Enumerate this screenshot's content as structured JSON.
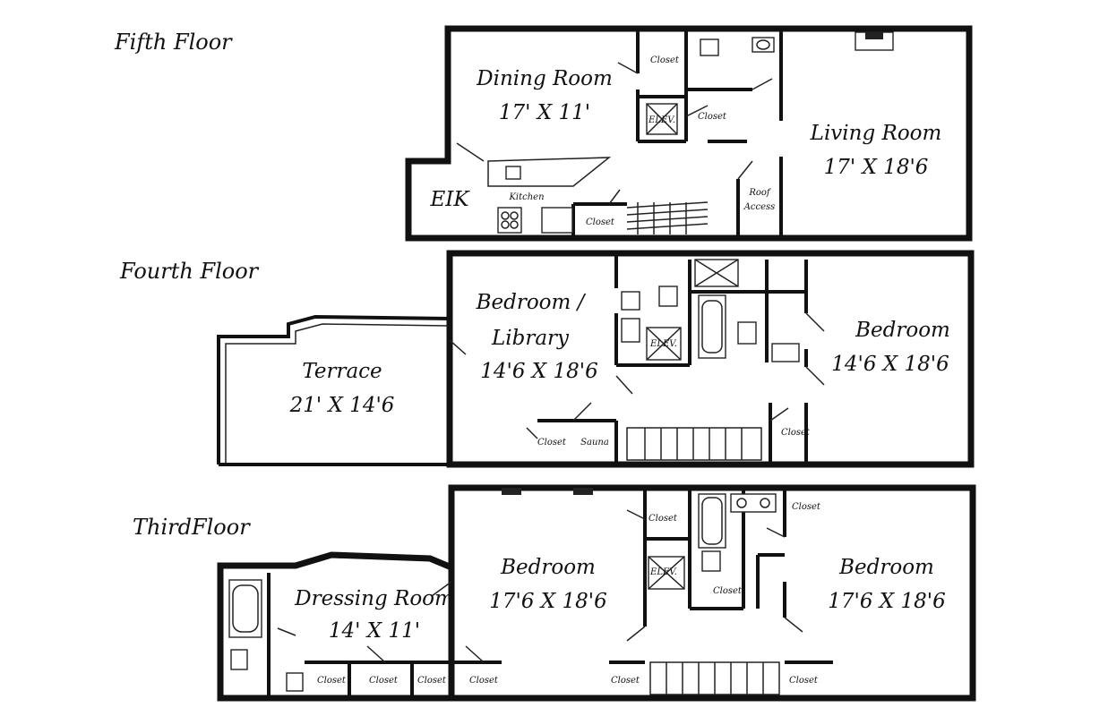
{
  "floors": {
    "fifth": {
      "label": "Fifth Floor",
      "rooms": {
        "dining": {
          "name": "Dining Room",
          "dims": "17' X 11'"
        },
        "living": {
          "name": "Living Room",
          "dims": "17' X 18'6"
        },
        "eik": {
          "name": "EIK"
        },
        "kitchen": {
          "name": "Kitchen"
        },
        "closet_a": {
          "name": "Closet"
        },
        "closet_b": {
          "name": "Closet"
        },
        "closet_c": {
          "name": "Closet"
        },
        "elev": {
          "name": "ELEV."
        },
        "roof1": {
          "name": "Roof"
        },
        "roof2": {
          "name": "Access"
        }
      }
    },
    "fourth": {
      "label": "Fourth Floor",
      "rooms": {
        "library_a": {
          "name": "Bedroom /"
        },
        "library_b": {
          "name": "Library",
          "dims": "14'6 X 18'6"
        },
        "bedroom": {
          "name": "Bedroom",
          "dims": "14'6 X 18'6"
        },
        "terrace": {
          "name": "Terrace",
          "dims": "21' X 14'6"
        },
        "closet_a": {
          "name": "Closet"
        },
        "closet_b": {
          "name": "Closet"
        },
        "sauna": {
          "name": "Sauna"
        },
        "elev": {
          "name": "ELEV."
        }
      }
    },
    "third": {
      "label": "ThirdFloor",
      "rooms": {
        "dressing": {
          "name": "Dressing Room",
          "dims": "14' X 11'"
        },
        "bedroom_left": {
          "name": "Bedroom",
          "dims": "17'6 X 18'6"
        },
        "bedroom_right": {
          "name": "Bedroom",
          "dims": "17'6 X 18'6"
        },
        "closet_1": {
          "name": "Closet"
        },
        "closet_2": {
          "name": "Closet"
        },
        "closet_3": {
          "name": "Closet"
        },
        "closet_4": {
          "name": "Closet"
        },
        "closet_5": {
          "name": "Closet"
        },
        "closet_6": {
          "name": "Closet"
        },
        "closet_7": {
          "name": "Closet"
        },
        "closet_8": {
          "name": "Closet"
        },
        "closet_9": {
          "name": "Closet"
        },
        "elev": {
          "name": "ELEV."
        }
      }
    }
  }
}
